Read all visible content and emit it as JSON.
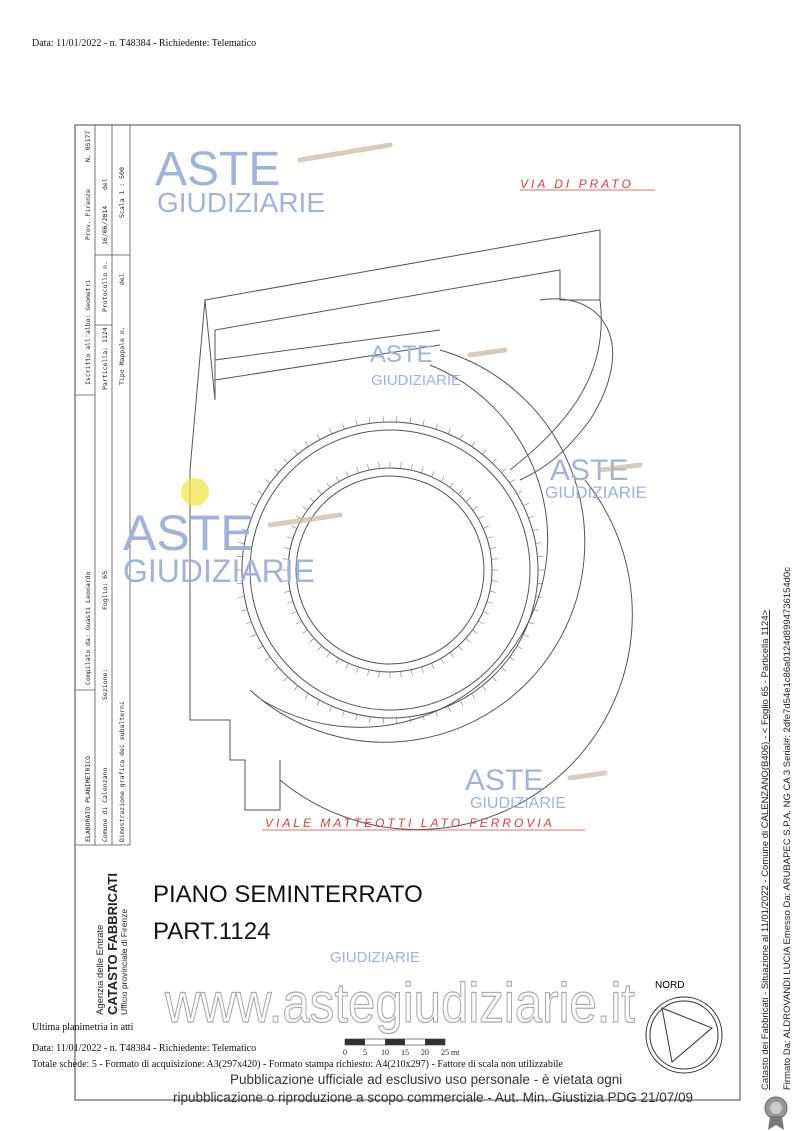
{
  "header": {
    "text": "Data: 11/01/2022 - n. T48384 - Richiedente: Telematico"
  },
  "title_block": {
    "agency": "Agenzia delle Entrate",
    "catasto": "CATASTO FABBRICATI",
    "ufficio": "Ufficio provinciale di Firenze",
    "elaborato": "ELABORATO PLANIMETRICO",
    "compilato": "Compilato da: Guasti Leonardo",
    "iscritto": "Iscritto all'albo: Geometri",
    "prov": "Prov. Firenze",
    "numero": "N. 05177",
    "comune": "Comune di Calenzano",
    "sezione": "Sezione:",
    "foglio": "Foglio: 65",
    "particella": "Particella: 1124",
    "protocollo": "Protocollo n.",
    "protocollo_data": "16/06/2014",
    "del1": "del",
    "dimostrazione": "Dimostrazione grafica dei subalterni",
    "tipo_mappale": "Tipo Mappale n.",
    "del2": "del",
    "scala": "Scala 1 : 500"
  },
  "drawing": {
    "street_top": "VIA DI PRATO",
    "street_bottom": "VIALE MATTEOTTI LATO FERROVIA",
    "floor": "PIANO SEMINTERRATO",
    "part": "PART.1124",
    "north": "NORD",
    "scale_labels": [
      "0",
      "5",
      "10",
      "15",
      "20",
      "25 mt"
    ]
  },
  "watermark": {
    "line1": "ASTE",
    "line2": "GIUDIZIARIE",
    "url": "www.astegiudiziarie.it"
  },
  "footer": {
    "ultima": "Ultima planimetria in atti",
    "data": "Data: 11/01/2022 - n. T48384 - Richiedente: Telematico",
    "totale": "Totale schede: 5 - Formato di acquisizione: A3(297x420) - Formato stampa richiesto: A4(210x297) - Fattore di scala non utilizzabile",
    "pub1": "Pubblicazione ufficiale ad esclusivo uso personale - è vietata ogni",
    "pub2": "ripubblicazione o riproduzione a scopo commerciale - Aut. Min. Giustizia PDG 21/07/09"
  },
  "side": {
    "catasto_line": "Catasto dei Fabbricati - Situazione al 11/01/2022 - Comune di CALENZANO(B406) - < Foglio 65 - Particella 1124>",
    "firma": "Firmato Da: ALDROVANDI LUCIA Emesso Da: ARUBAPEC S.P.A. NG CA 3 Serial#: 2dfe7d54e1c86a0124d8994736154d0c"
  },
  "colors": {
    "handwriting": "#d0443c",
    "watermark": "#9fb4d6",
    "highlight": "#f2e640"
  }
}
